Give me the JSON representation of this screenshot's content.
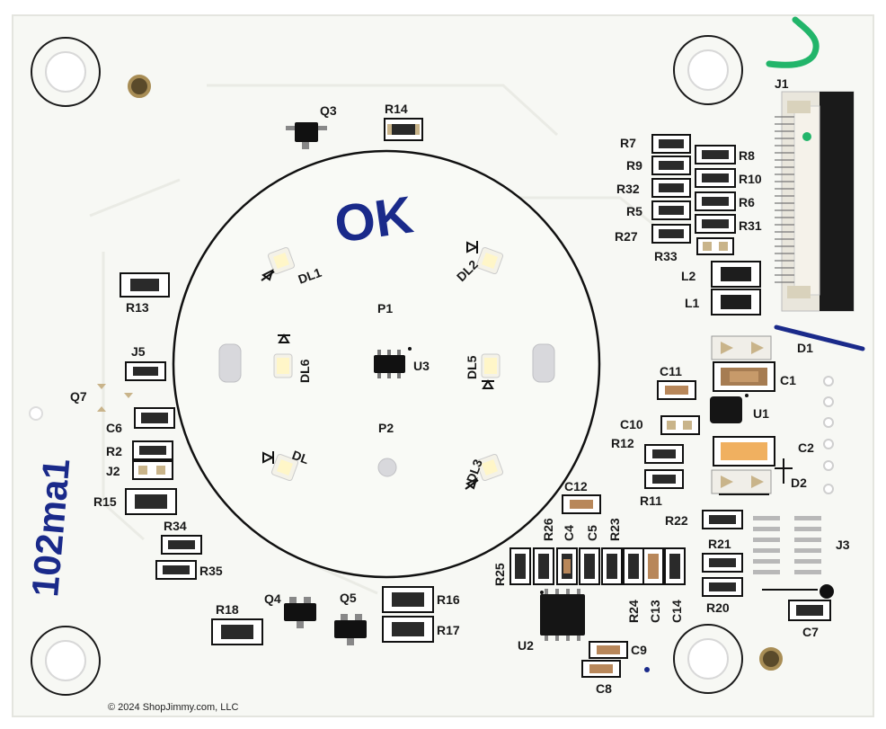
{
  "photo": {
    "subject": "pcb-board",
    "colors": {
      "board": "#f7f8f4",
      "silkscreen": "#1a1a1a",
      "marker_blue": "#1a2a8a",
      "marker_green": "#22b56a",
      "pad": "#c9b48a",
      "capacitor_c2": "#f0b060"
    }
  },
  "labels": {
    "q3": "Q3",
    "r14": "R14",
    "j1": "J1",
    "r7": "R7",
    "r9": "R9",
    "r32": "R32",
    "r5": "R5",
    "r27": "R27",
    "r8": "R8",
    "r10": "R10",
    "r6": "R6",
    "r31": "R31",
    "r33": "R33",
    "l2": "L2",
    "l1": "L1",
    "d1": "D1",
    "c11": "C11",
    "c1": "C1",
    "u1": "U1",
    "c10": "C10",
    "r12": "R12",
    "r11": "R11",
    "c2": "C2",
    "d2": "D2",
    "r13": "R13",
    "j5": "J5",
    "q7": "Q7",
    "c6": "C6",
    "r2": "R2",
    "j2": "J2",
    "r15": "R15",
    "r34": "R34",
    "r35": "R35",
    "r18": "R18",
    "q4": "Q4",
    "q5": "Q5",
    "r16": "R16",
    "r17": "R17",
    "dl1": "DL1",
    "dl2": "DL2",
    "dl3": "DL3",
    "dl4": "DL",
    "dl5": "DL5",
    "dl6": "DL6",
    "p1": "P1",
    "p2": "P2",
    "u3": "U3",
    "c12": "C12",
    "r26": "R26",
    "c4": "C4",
    "c5": "C5",
    "r23": "R23",
    "r25": "R25",
    "r24": "R24",
    "c13": "C13",
    "c14": "C14",
    "u2": "U2",
    "r22": "R22",
    "r21": "R21",
    "r20": "R20",
    "j3": "J3",
    "c7": "C7",
    "c9": "C9",
    "c8": "C8"
  },
  "handwriting": {
    "ok": "OK",
    "side": "102ma1"
  },
  "copyright": "© 2024 ShopJimmy.com, LLC"
}
